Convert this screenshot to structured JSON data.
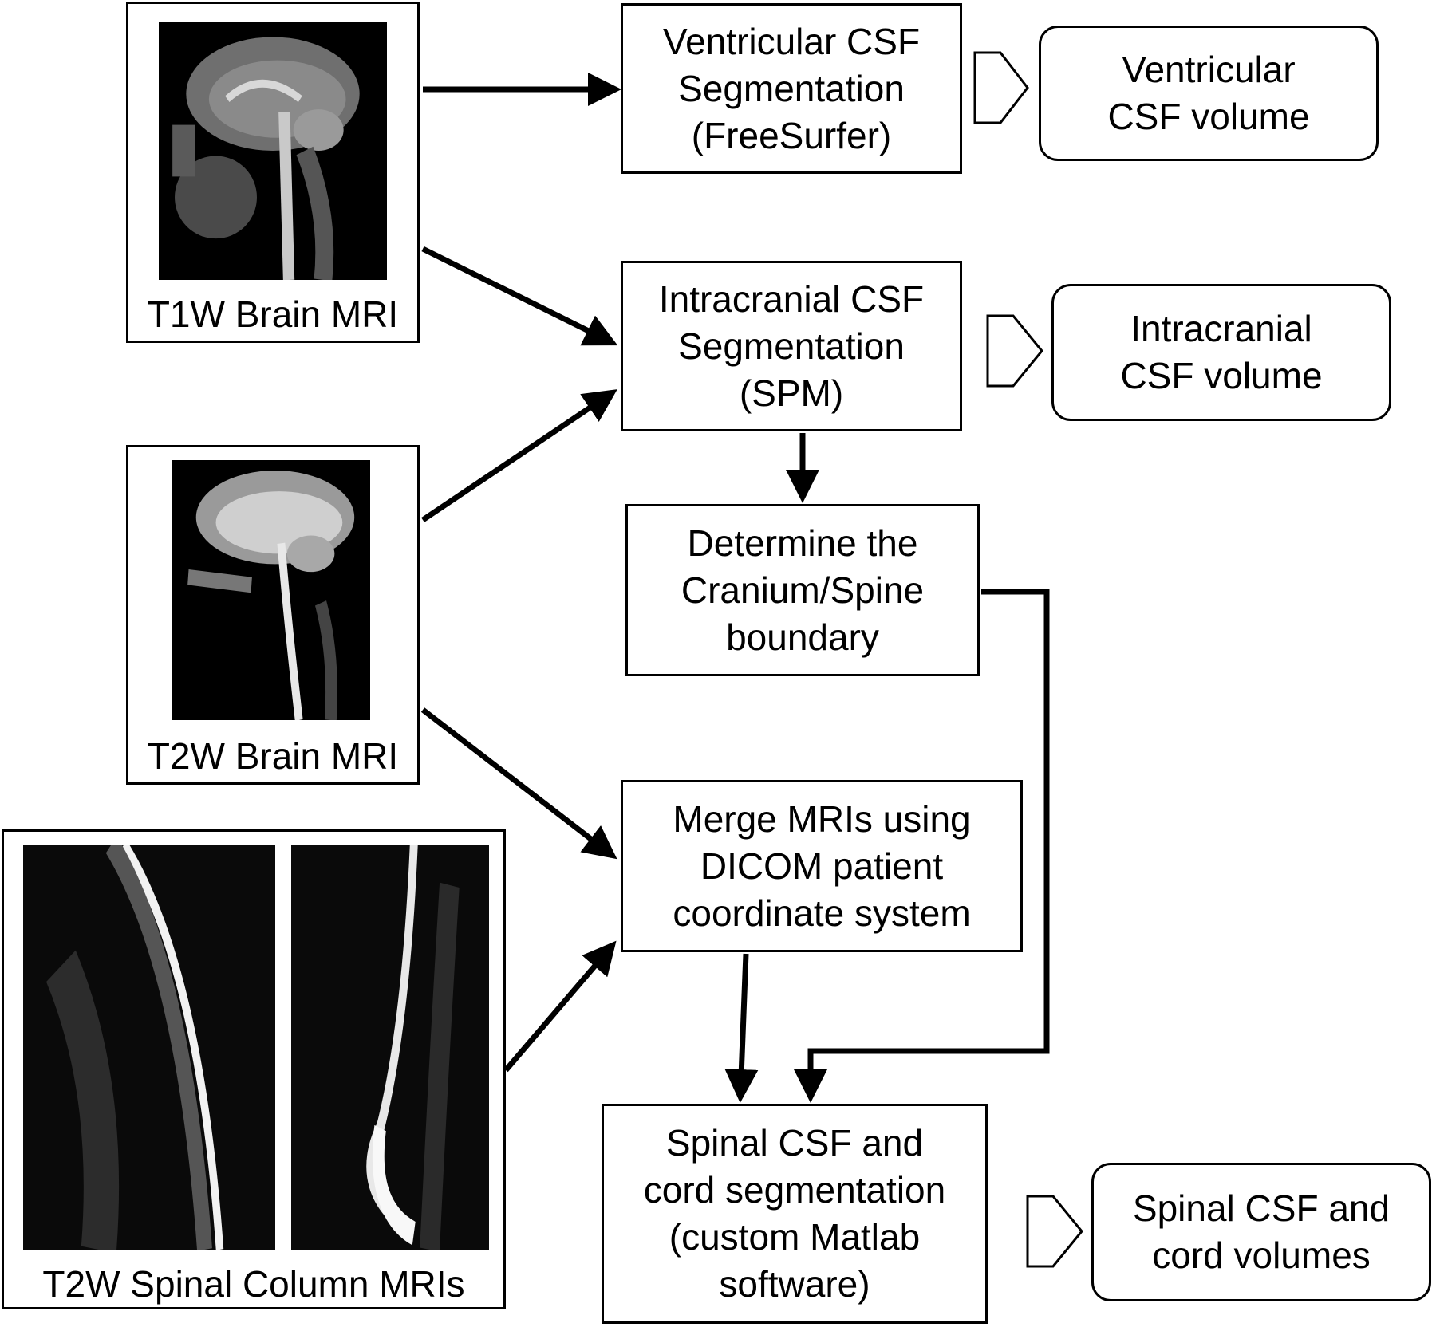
{
  "inputs": {
    "t1w": {
      "caption": "T1W Brain MRI",
      "image": "sagittal-t1w-brain-mri"
    },
    "t2w": {
      "caption": "T2W Brain MRI",
      "image": "sagittal-t2w-brain-mri"
    },
    "spinal": {
      "caption": "T2W Spinal Column MRIs",
      "images": [
        "sagittal-t2w-cervical-thoracic-spine-mri",
        "sagittal-t2w-thoracic-lumbar-spine-mri"
      ]
    }
  },
  "steps": {
    "ventricular_seg": "Ventricular CSF\nSegmentation\n(FreeSurfer)",
    "intracranial_seg": "Intracranial CSF\nSegmentation\n(SPM)",
    "boundary": "Determine the\nCranium/Spine\nboundary",
    "merge": "Merge MRIs using\nDICOM patient\ncoordinate system",
    "spinal_seg": "Spinal CSF and\ncord segmentation\n(custom Matlab\nsoftware)"
  },
  "outputs": {
    "ventricular_vol": "Ventricular\nCSF volume",
    "intracranial_vol": "Intracranial\nCSF volume",
    "spinal_vol": "Spinal CSF and\ncord volumes"
  },
  "colors": {
    "stroke": "#000000",
    "background": "#ffffff",
    "mri_background": "#000000"
  }
}
